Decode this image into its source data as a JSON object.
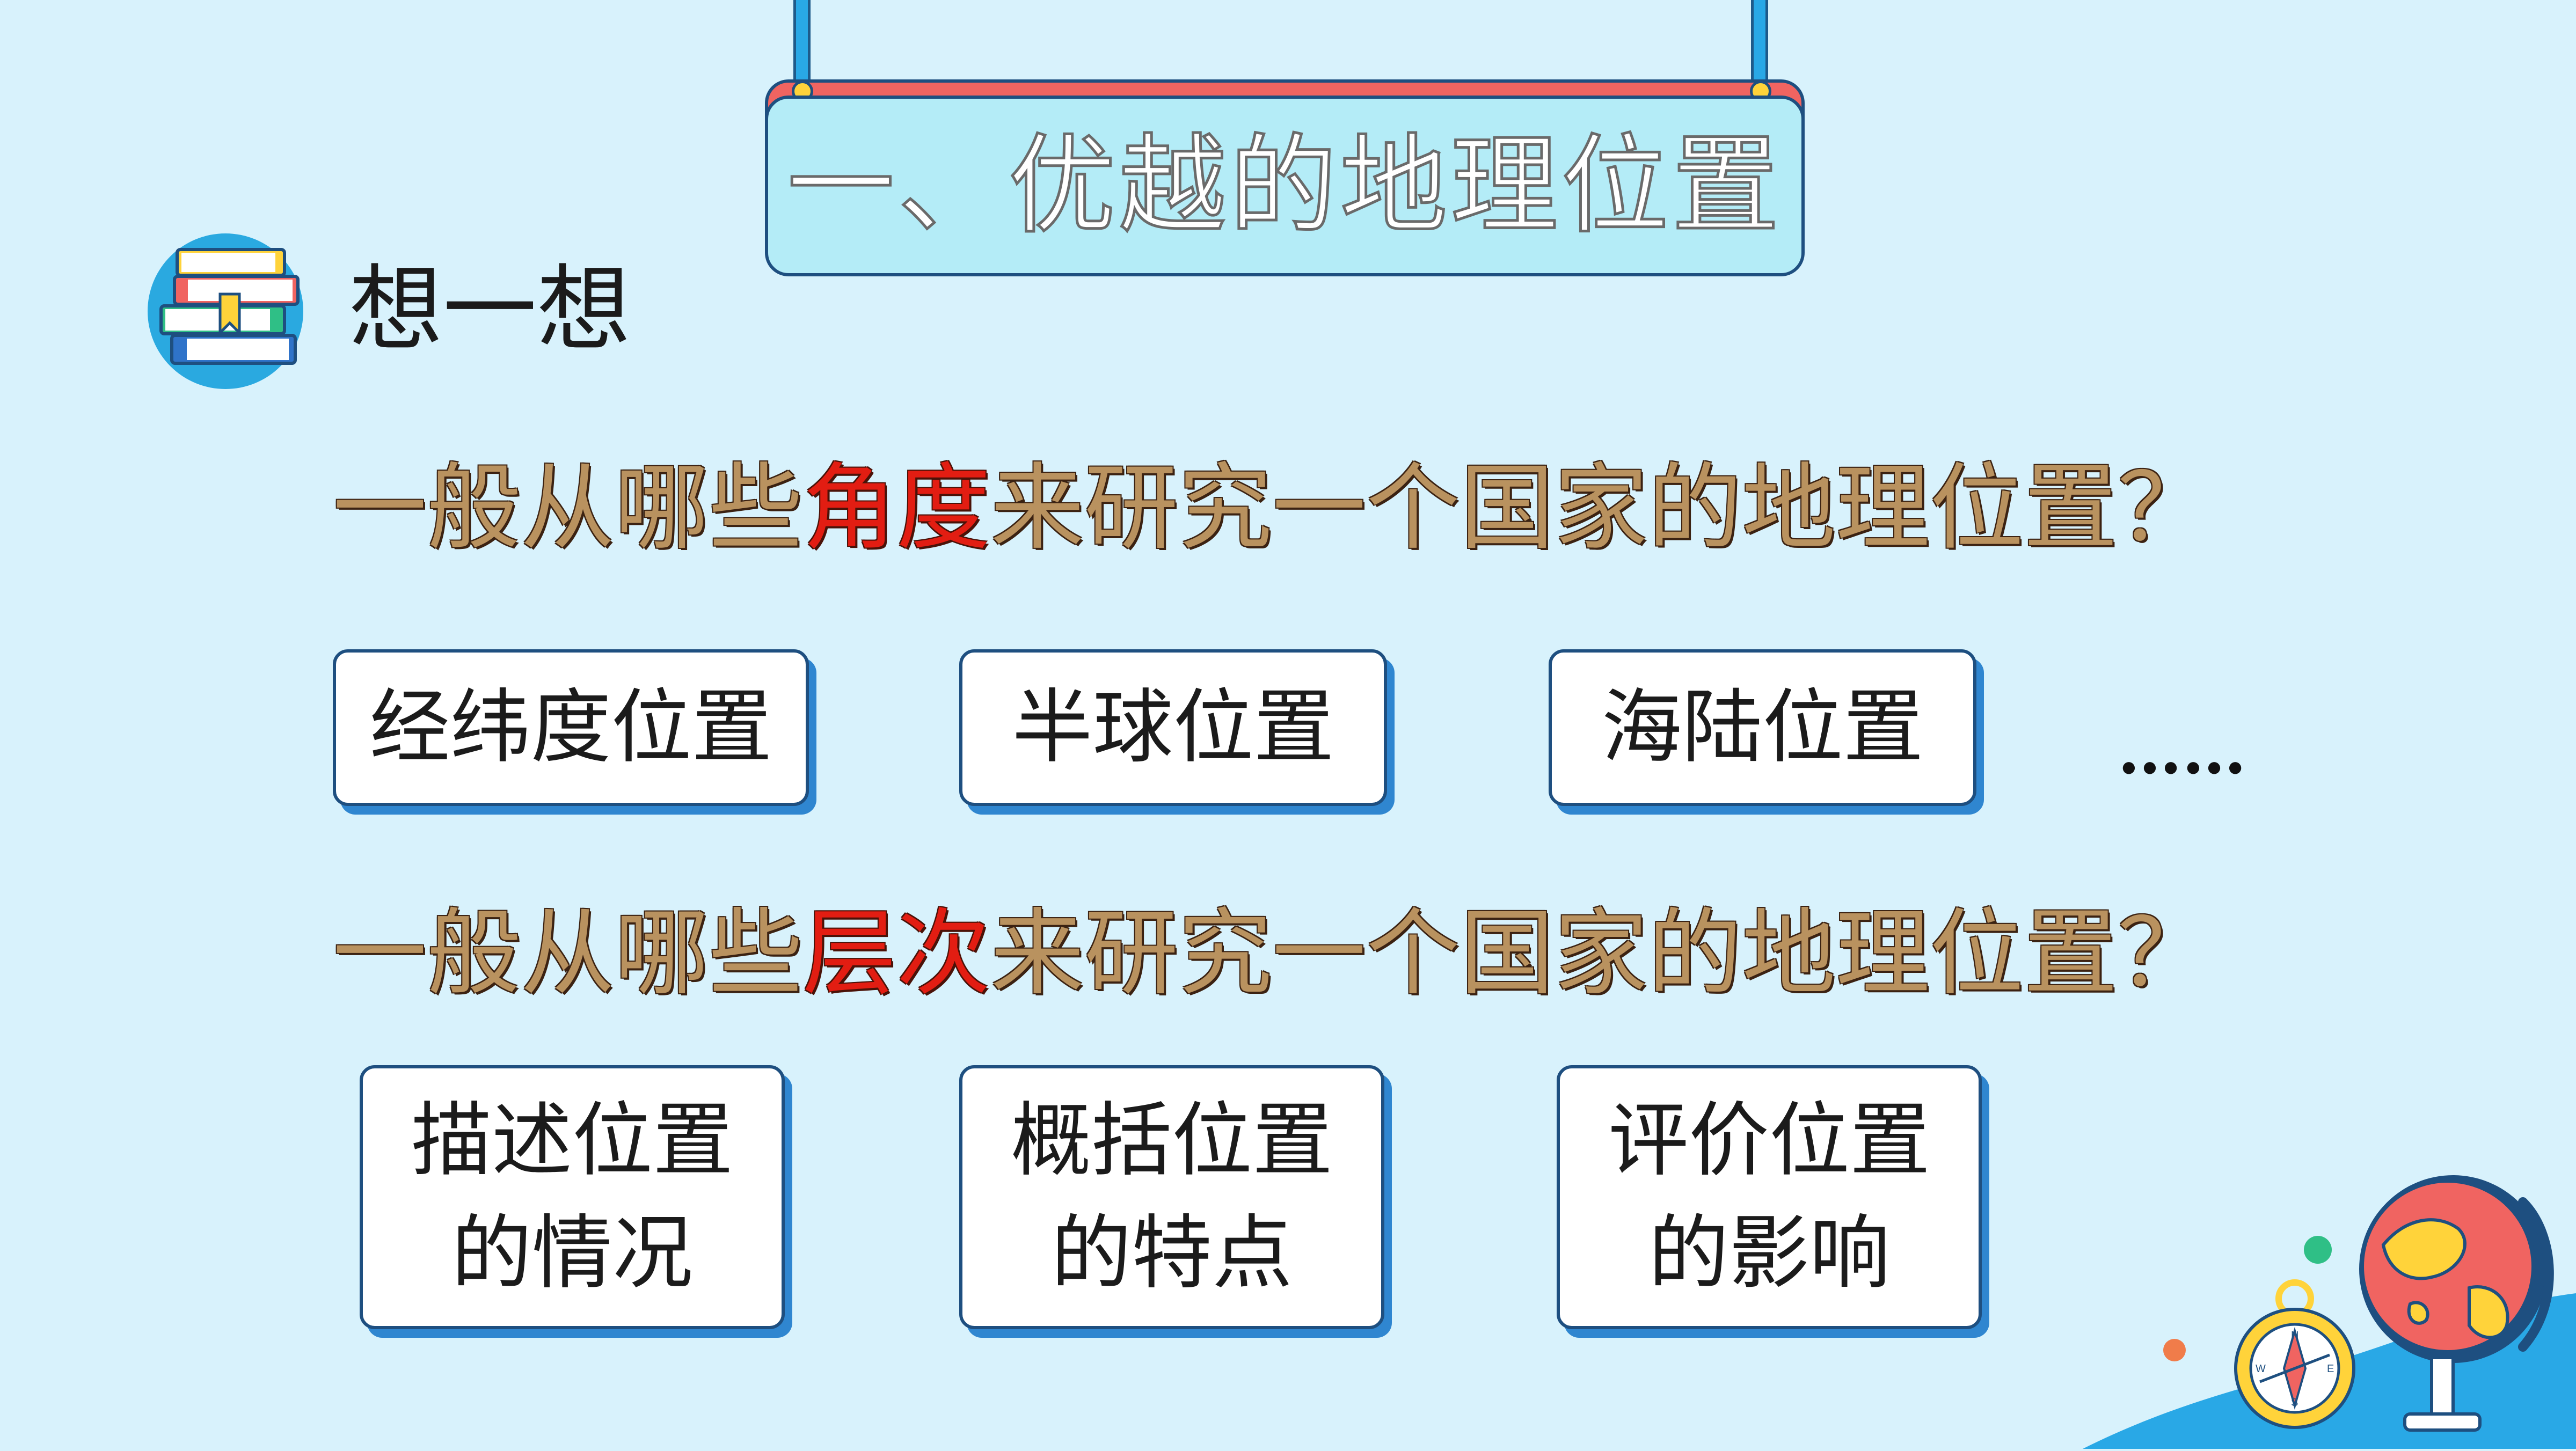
{
  "title": "一、优越的地理位置",
  "section_label": "想一想",
  "question_angle": {
    "before": "一般从哪些",
    "highlight": "角度",
    "after": "来研究一个国家的地理位置？"
  },
  "angle_options": [
    "经纬度位置",
    "半球位置",
    "海陆位置"
  ],
  "ellipsis": "……",
  "question_level": {
    "before": "一般从哪些",
    "highlight": "层次",
    "after": "来研究一个国家的地理位置？"
  },
  "level_options": [
    {
      "line1": "描述位置",
      "line2": "的情况"
    },
    {
      "line1": "概括位置",
      "line2": "的特点"
    },
    {
      "line1": "评价位置",
      "line2": "的影响"
    }
  ],
  "colors": {
    "background": "#d8f2fc",
    "highlight": "#e21d12",
    "card_shadow": "#2f86d0",
    "sign": "#b4ecf7"
  },
  "icons": [
    "books-icon",
    "globe-icon",
    "compass-icon"
  ]
}
